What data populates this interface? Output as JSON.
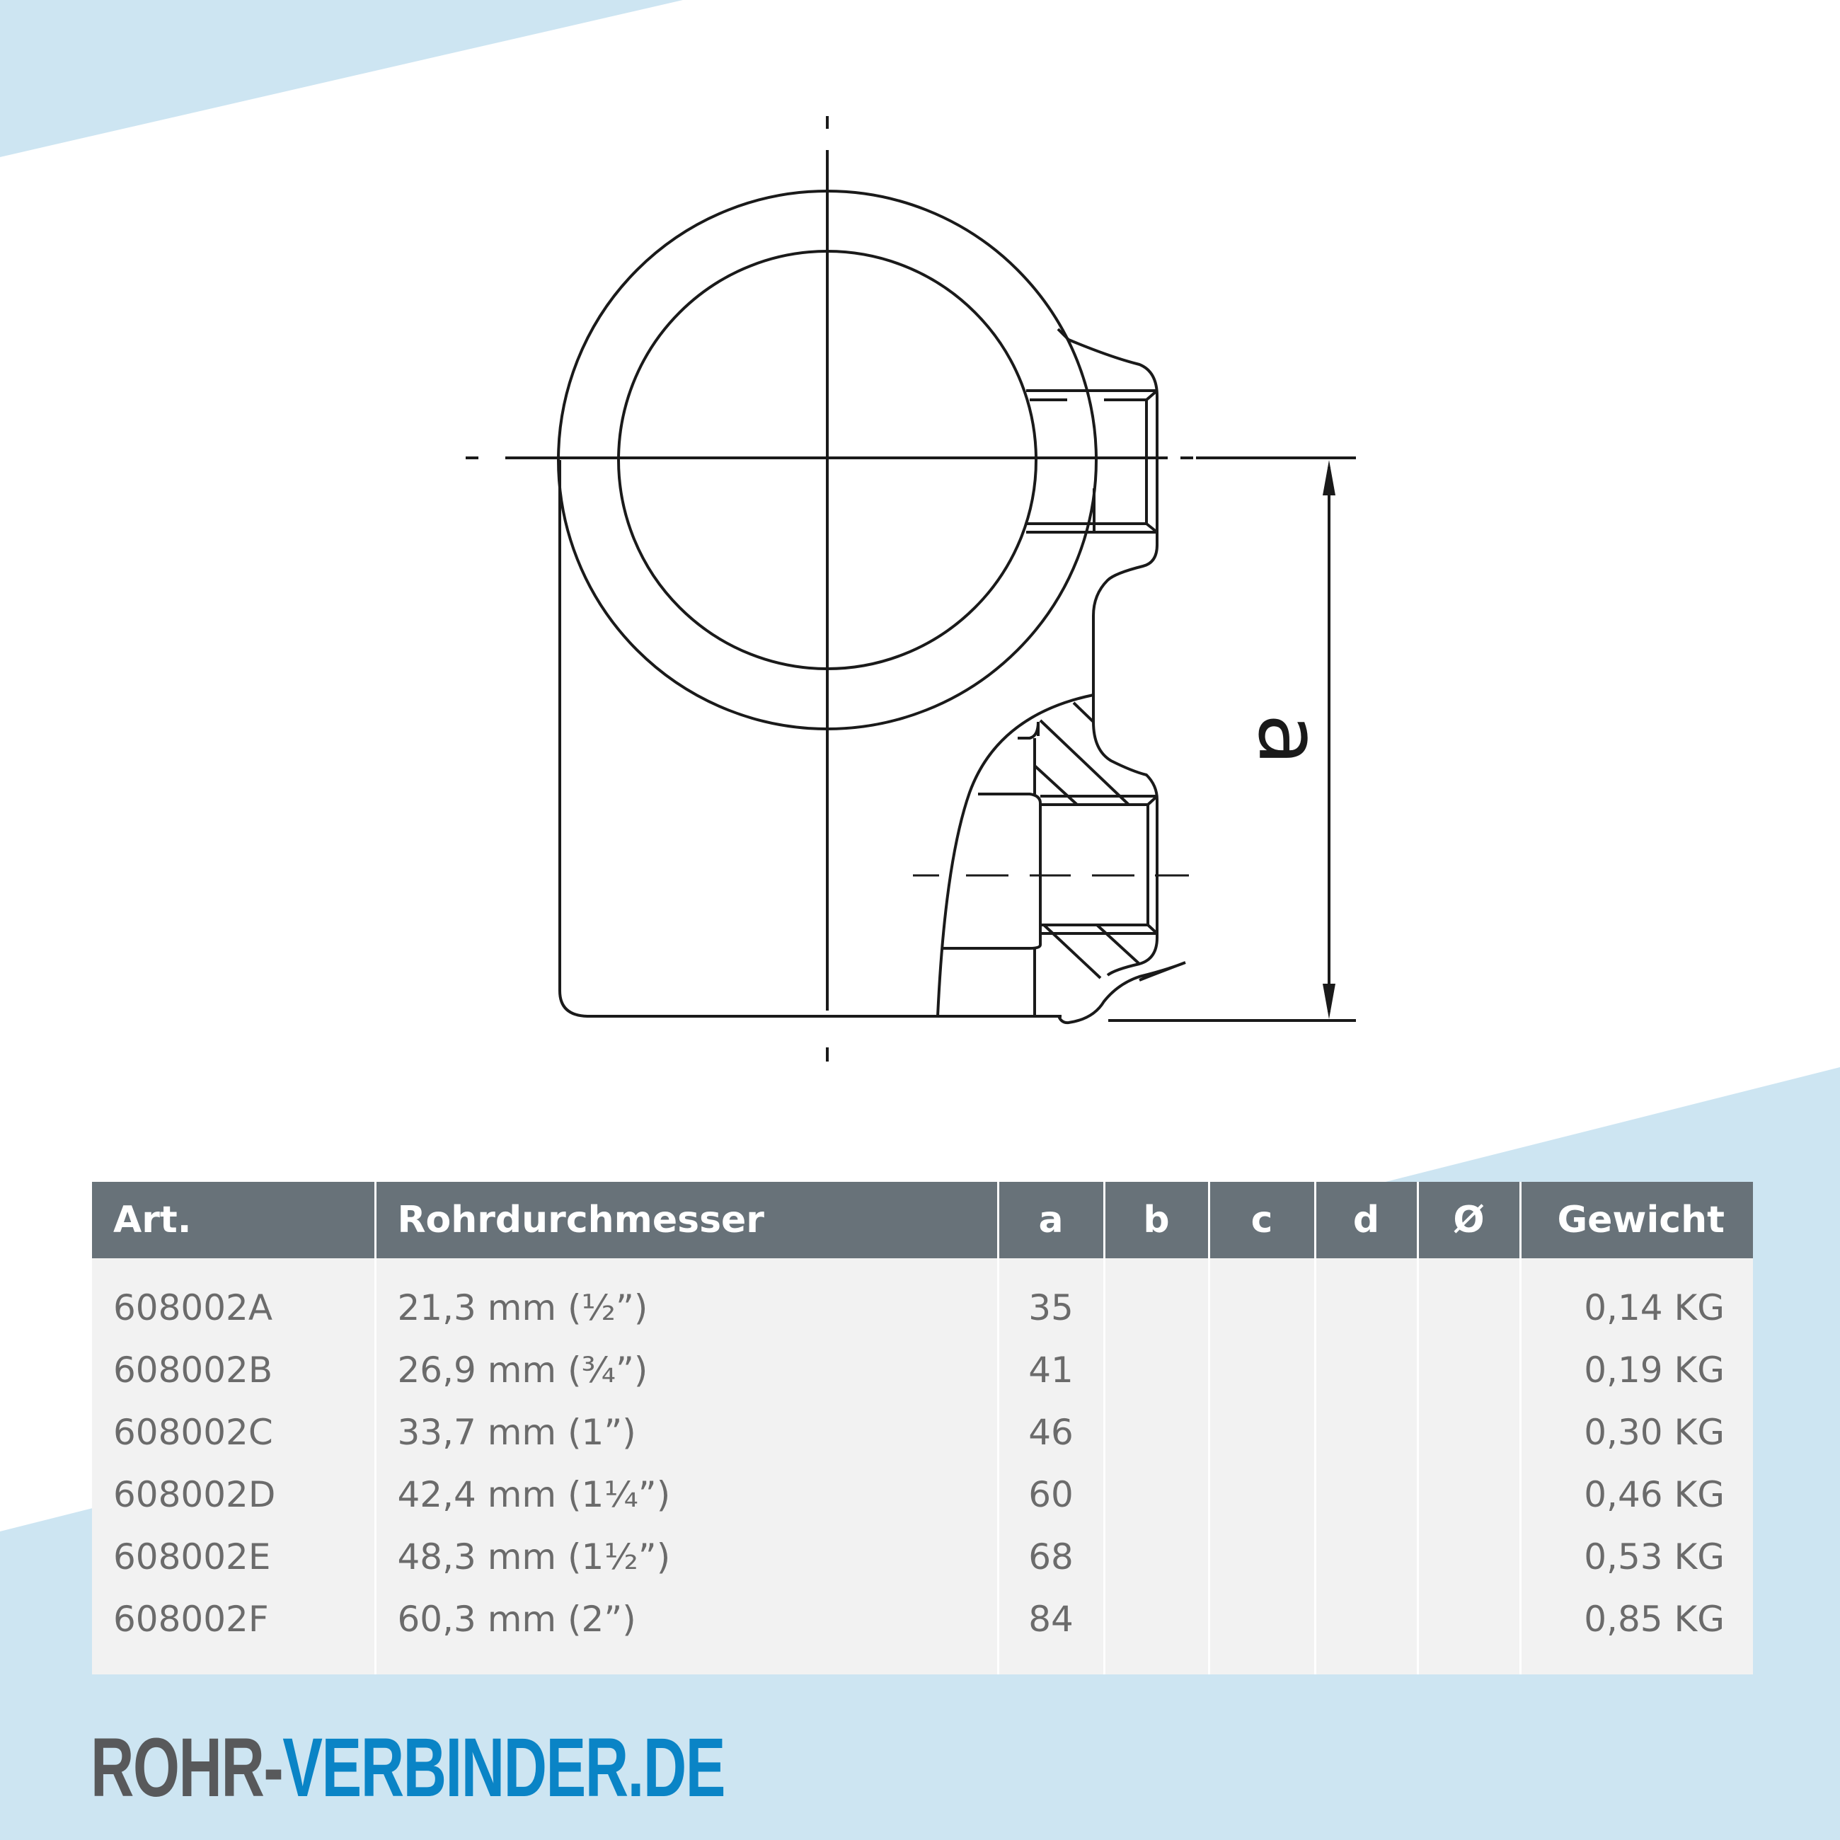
{
  "colors": {
    "band_blue": "#cde5f2",
    "header_gray": "#687279",
    "row_bg": "#f2f2f2",
    "body_text": "#6b6b6b",
    "logo_dark": "#58595b",
    "logo_blue": "#0a84c6",
    "line": "#1a1a1a"
  },
  "drawing": {
    "dimension_label": "a",
    "description": "Technical drawing of tube clamp fitting with threaded side outlets"
  },
  "table": {
    "headers": {
      "art": "Art.",
      "rohr": "Rohrdurchmesser",
      "a": "a",
      "b": "b",
      "c": "c",
      "d": "d",
      "o": "Ø",
      "gewicht": "Gewicht"
    },
    "rows": [
      {
        "art": "608002A",
        "rohr": "21,3 mm (½”)",
        "a": "35",
        "b": "",
        "c": "",
        "d": "",
        "o": "",
        "gewicht": "0,14 KG"
      },
      {
        "art": "608002B",
        "rohr": "26,9 mm (¾”)",
        "a": "41",
        "b": "",
        "c": "",
        "d": "",
        "o": "",
        "gewicht": "0,19 KG"
      },
      {
        "art": "608002C",
        "rohr": "33,7 mm (1”)",
        "a": "46",
        "b": "",
        "c": "",
        "d": "",
        "o": "",
        "gewicht": "0,30 KG"
      },
      {
        "art": "608002D",
        "rohr": "42,4 mm (1¼”)",
        "a": "60",
        "b": "",
        "c": "",
        "d": "",
        "o": "",
        "gewicht": "0,46 KG"
      },
      {
        "art": "608002E",
        "rohr": "48,3 mm (1½”)",
        "a": "68",
        "b": "",
        "c": "",
        "d": "",
        "o": "",
        "gewicht": "0,53 KG"
      },
      {
        "art": "608002F",
        "rohr": "60,3 mm (2”)",
        "a": "84",
        "b": "",
        "c": "",
        "d": "",
        "o": "",
        "gewicht": "0,85 KG"
      }
    ]
  },
  "logo": {
    "part1": "ROHR-",
    "part2": "VERBINDER.DE"
  }
}
